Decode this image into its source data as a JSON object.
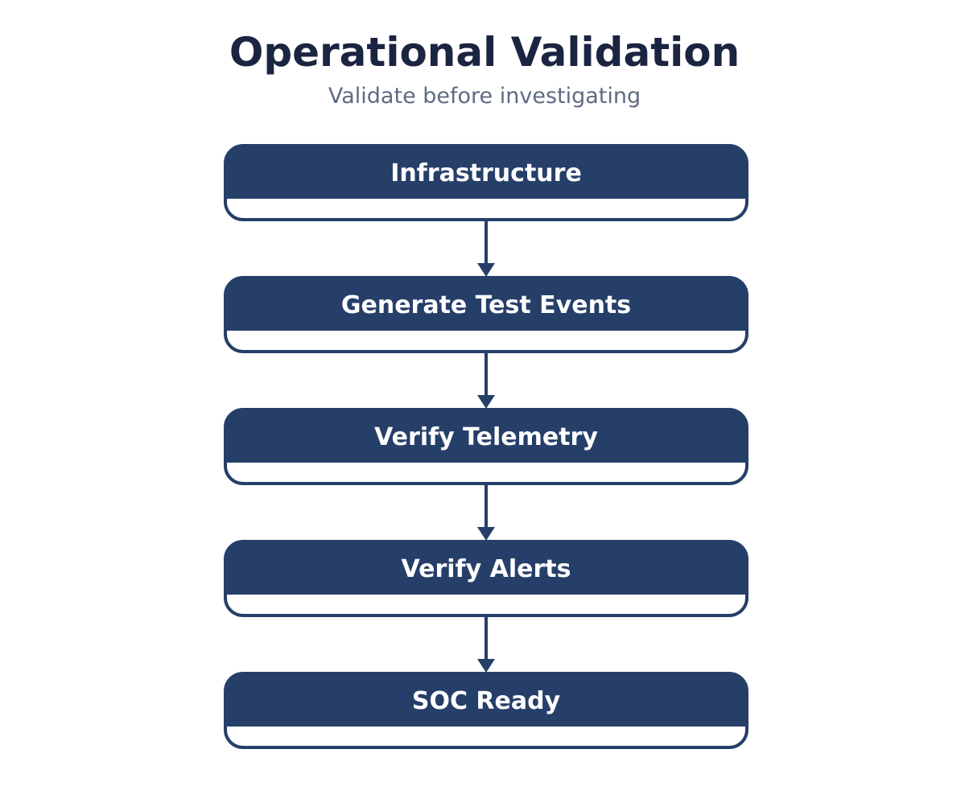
{
  "header": {
    "title": "Operational Validation",
    "subtitle": "Validate before investigating"
  },
  "steps": [
    {
      "label": "Infrastructure"
    },
    {
      "label": "Generate Test Events"
    },
    {
      "label": "Verify Telemetry"
    },
    {
      "label": "Verify Alerts"
    },
    {
      "label": "SOC Ready"
    }
  ],
  "colors": {
    "box_fill": "#263f69",
    "box_stroke": "#263f69",
    "box_body": "#ffffff",
    "arrow": "#263f69",
    "title": "#1b2440",
    "subtitle": "#5d6b82",
    "label": "#ffffff"
  }
}
